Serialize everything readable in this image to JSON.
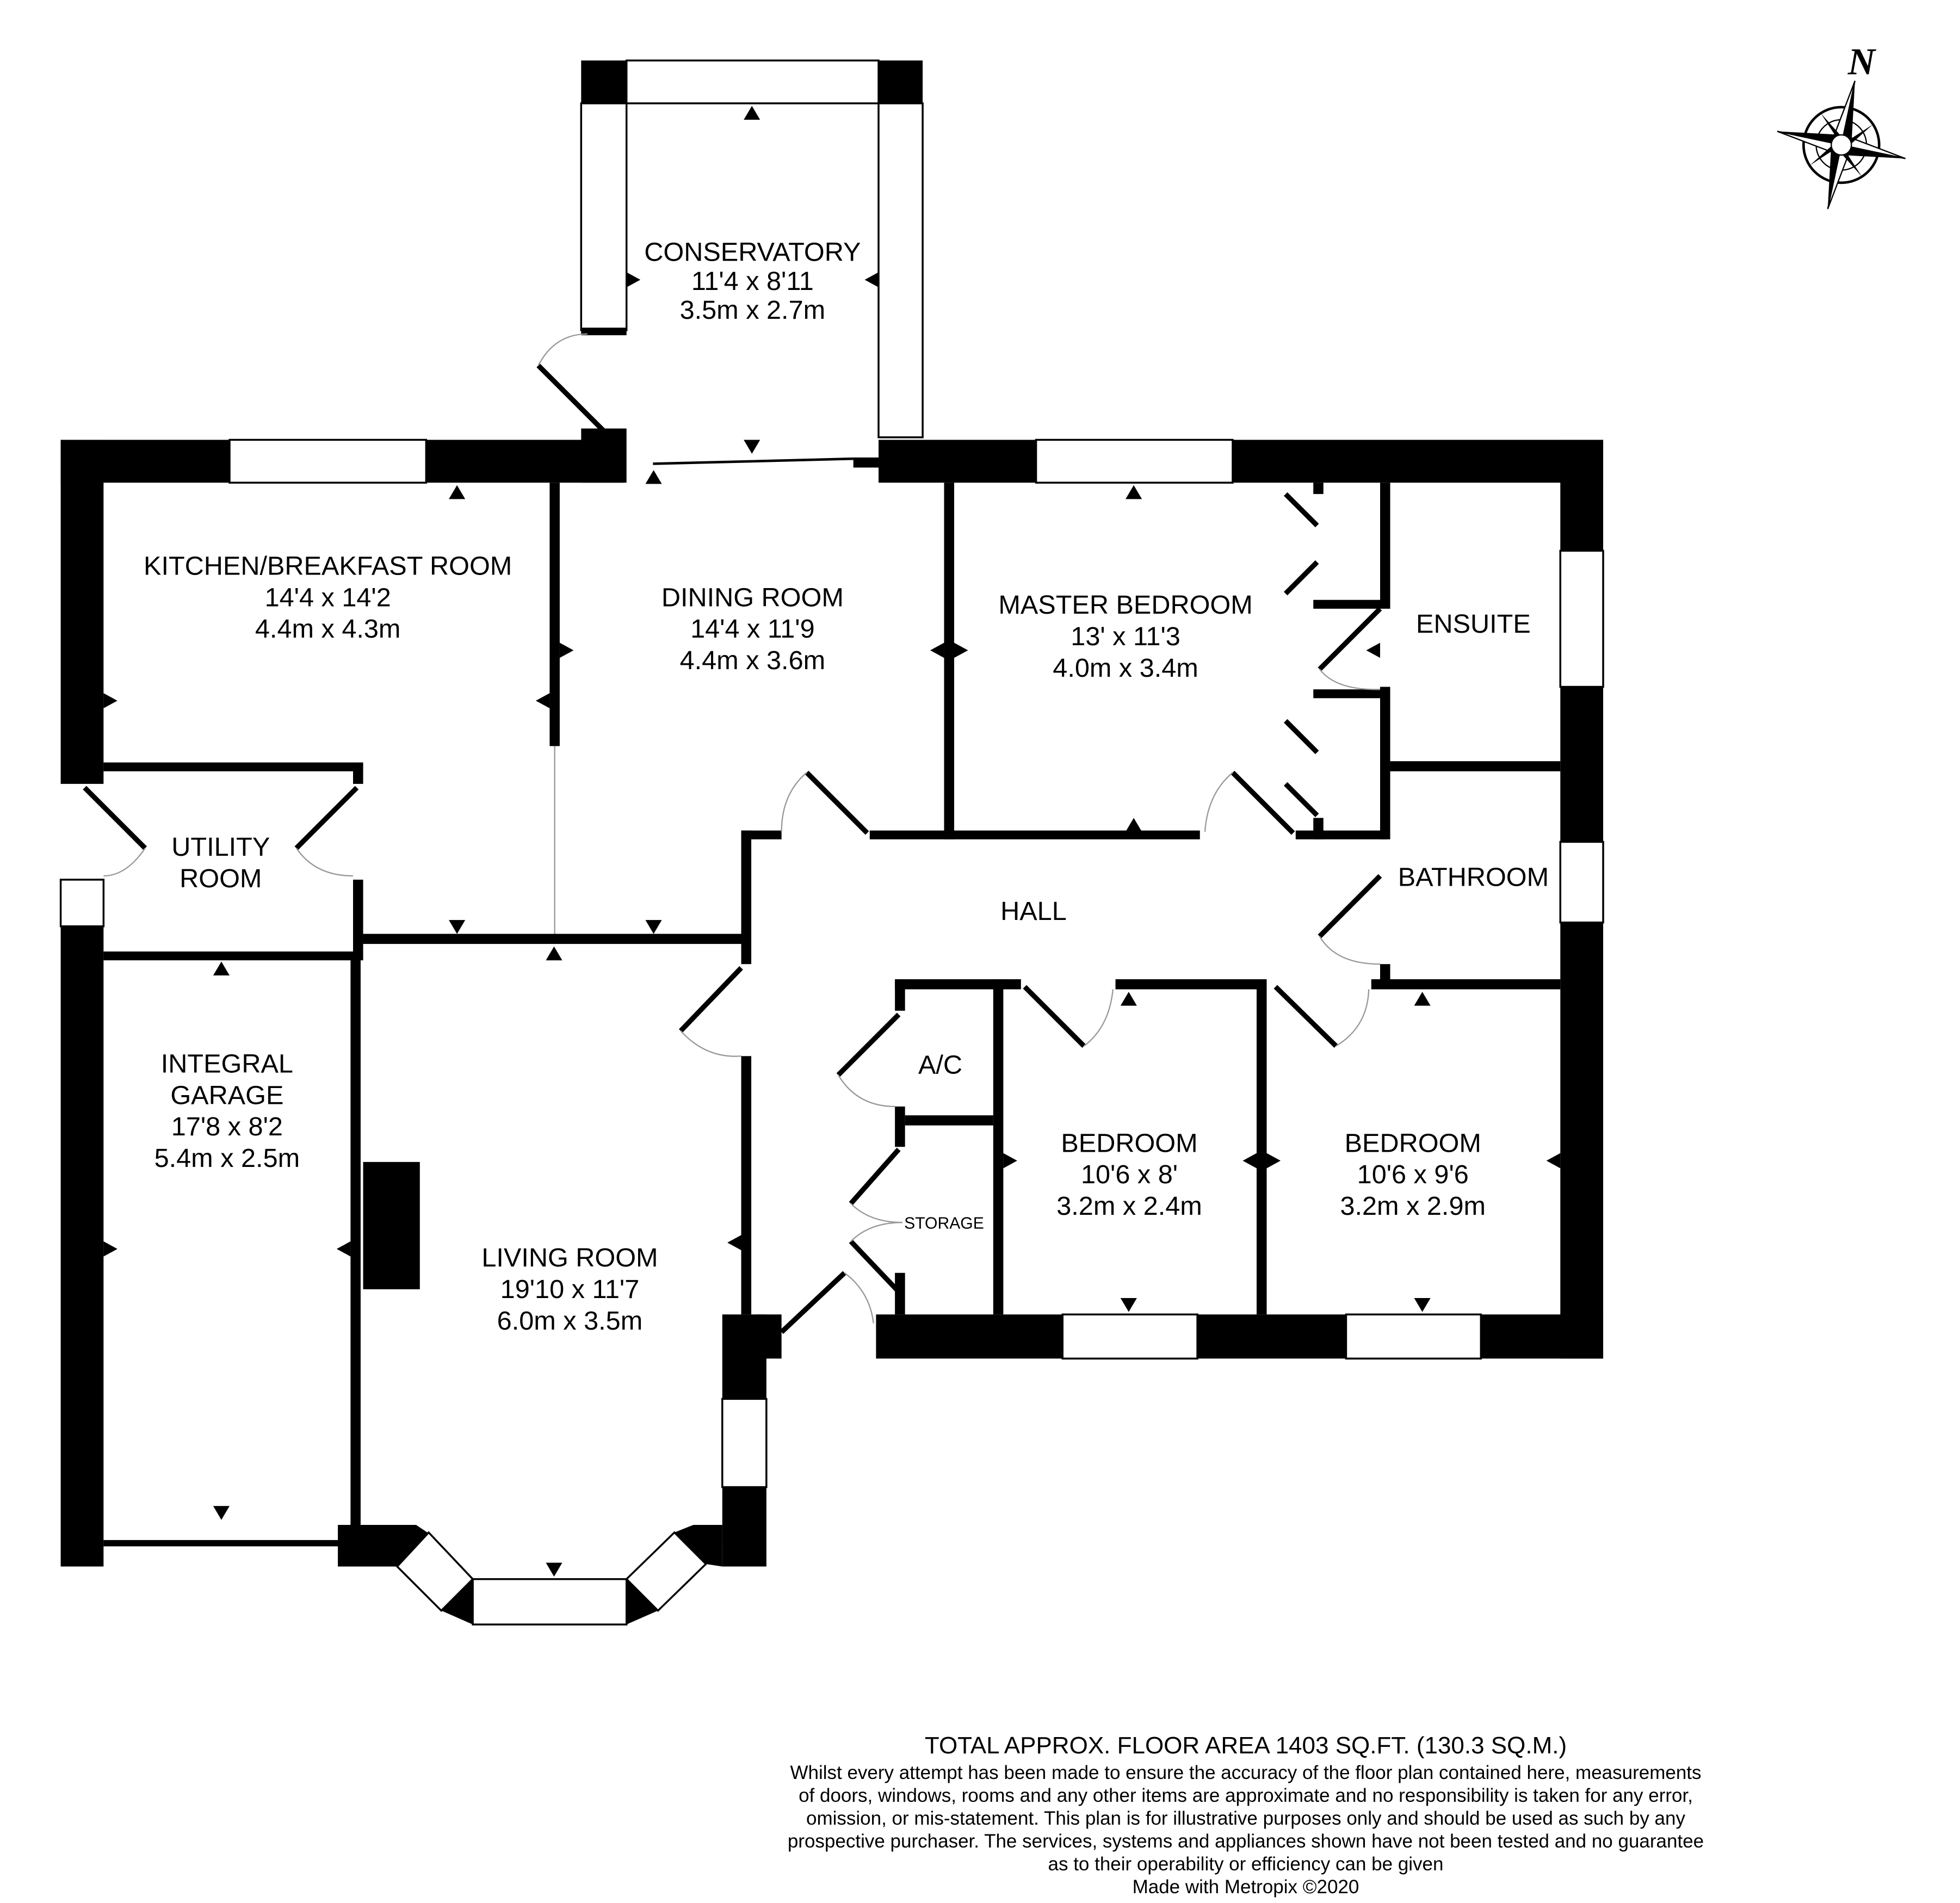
{
  "compass": {
    "label": "N"
  },
  "rooms": {
    "conservatory": {
      "name": "CONSERVATORY",
      "imperial": "11'4 x 8'11",
      "metric": "3.5m x 2.7m"
    },
    "kitchen": {
      "name": "KITCHEN/BREAKFAST ROOM",
      "imperial": "14'4 x 14'2",
      "metric": "4.4m x 4.3m"
    },
    "dining": {
      "name": "DINING ROOM",
      "imperial": "14'4 x 11'9",
      "metric": "4.4m x 3.6m"
    },
    "master": {
      "name": "MASTER BEDROOM",
      "imperial": "13' x 11'3",
      "metric": "4.0m x 3.4m"
    },
    "ensuite": {
      "name": "ENSUITE"
    },
    "utility": {
      "name1": "UTILITY",
      "name2": "ROOM"
    },
    "hall": {
      "name": "HALL"
    },
    "bathroom": {
      "name": "BATHROOM"
    },
    "garage": {
      "name1": "INTEGRAL",
      "name2": "GARAGE",
      "imperial": "17'8 x 8'2",
      "metric": "5.4m x 2.5m"
    },
    "ac": {
      "name": "A/C"
    },
    "storage": {
      "name": "STORAGE"
    },
    "living": {
      "name": "LIVING ROOM",
      "imperial": "19'10 x 11'7",
      "metric": "6.0m x 3.5m"
    },
    "bedroom2": {
      "name": "BEDROOM",
      "imperial": "10'6 x 8'",
      "metric": "3.2m x 2.4m"
    },
    "bedroom3": {
      "name": "BEDROOM",
      "imperial": "10'6 x 9'6",
      "metric": "3.2m x 2.9m"
    }
  },
  "footer": {
    "total": "TOTAL APPROX. FLOOR AREA 1403 SQ.FT. (130.3 SQ.M.)",
    "disclaimer": [
      "Whilst every attempt has been made to ensure the accuracy of the floor plan contained here, measurements",
      "of doors, windows, rooms and any other items are approximate and no responsibility is taken for any error,",
      "omission, or mis-statement. This plan is for illustrative purposes only and should be used as such by any",
      "prospective purchaser. The services, systems and appliances shown have not been tested and no guarantee",
      "as to their operability or efficiency can be given"
    ],
    "credit": "Made with Metropix ©2020"
  }
}
